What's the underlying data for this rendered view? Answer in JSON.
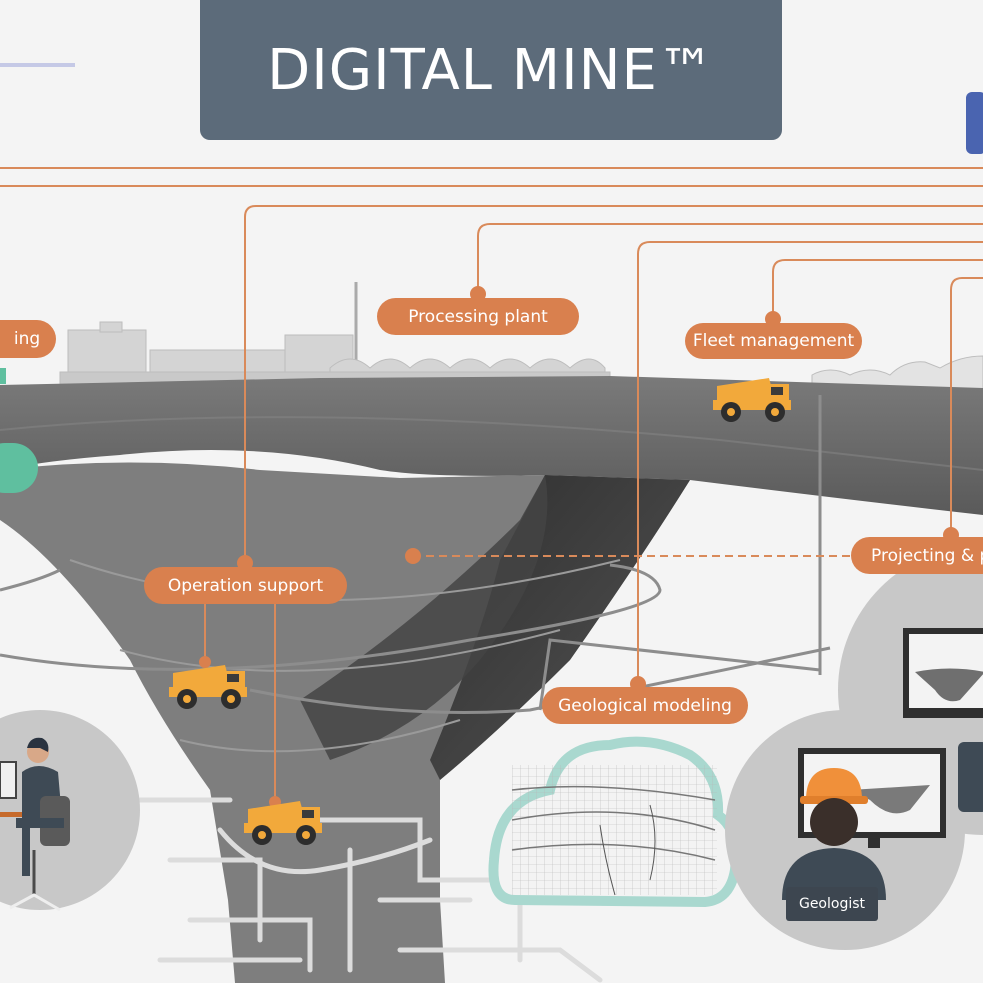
{
  "title": "DIGITAL MINE™",
  "callouts": {
    "left_partial": "ing",
    "processing_plant": "Processing plant",
    "fleet_management": "Fleet management",
    "operation_support": "Operation support",
    "projecting": "Projecting & p",
    "geological_modeling": "Geological modeling"
  },
  "badges": {
    "geologist": "Geologist"
  },
  "colors": {
    "title_bg": "#5c6b7a",
    "callout": "#d9804e",
    "connector": "#d98a5a",
    "pit_dark": "#3f3f3f",
    "pit_mid": "#6f6f6f",
    "cloud_outline": "#a9d8cf",
    "teal_accent": "#5fbf9f",
    "truck_yellow": "#f2a93b",
    "person_circle": "#c8c8c8",
    "badge_bg": "#3d4650",
    "blue_accent": "#4a64b0"
  },
  "icons": [
    "haul-truck-icon",
    "monitor-icon",
    "worker-icon",
    "geologist-icon",
    "factory-icon",
    "cloud-icon"
  ]
}
